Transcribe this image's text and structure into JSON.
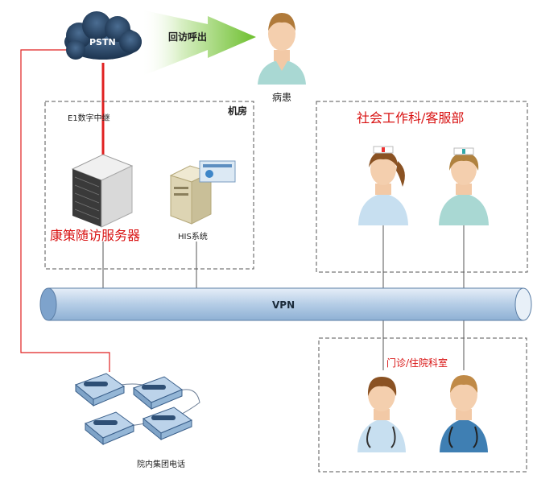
{
  "labels": {
    "pstn": "PSTN",
    "callout": "回访呼出",
    "patient": "病患",
    "e1": "E1数字中继",
    "machine_room": "机房",
    "server_name": "康策随访服务器",
    "his": "HIS系统",
    "social_dept": "社会工作科/客服部",
    "vpn": "VPN",
    "clinic_dept": "门诊/住院科室",
    "phones": "院内集团电话"
  },
  "colors": {
    "red_text": "#d81010",
    "red_line": "#e02020",
    "arrow_green": "#7cc63c",
    "vpn_fill": "#bcd3ea",
    "cloud": "#203a58"
  }
}
